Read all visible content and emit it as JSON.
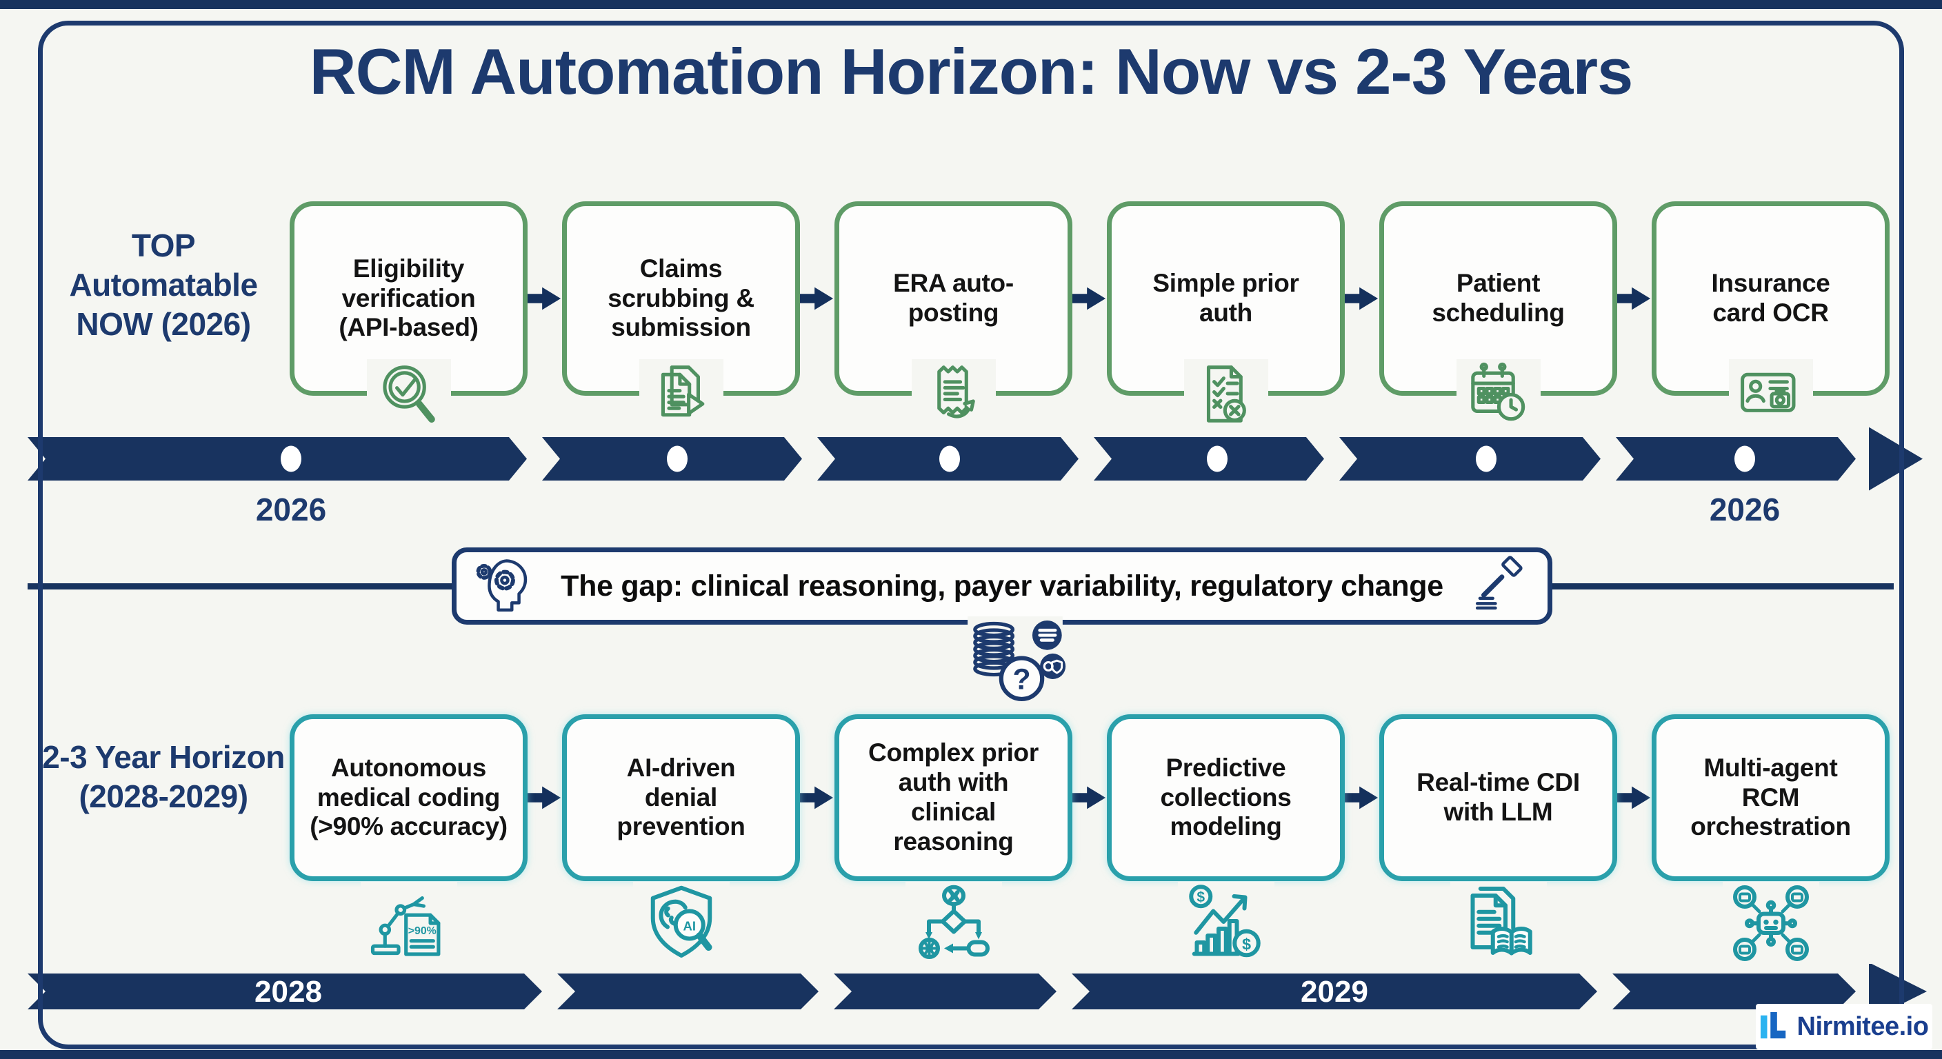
{
  "title": "RCM Automation Horizon: Now vs 2-3 Years",
  "now_section": {
    "label": "TOP Automatable NOW (2026)",
    "accent_color": "#5f9c67",
    "items": [
      {
        "label": "Eligibility\nverification\n(API-based)",
        "icon": "magnifier-check-icon"
      },
      {
        "label": "Claims\nscrubbing &\nsubmission",
        "icon": "documents-arrow-icon"
      },
      {
        "label": "ERA auto-\nposting",
        "icon": "receipt-arrow-icon"
      },
      {
        "label": "Simple prior\nauth",
        "icon": "checklist-cross-icon"
      },
      {
        "label": "Patient\nscheduling",
        "icon": "calendar-clock-icon"
      },
      {
        "label": "Insurance\ncard OCR",
        "icon": "insurance-card-ocr-icon"
      }
    ],
    "timeline": {
      "start_year": "2026",
      "end_year": "2026"
    }
  },
  "gap_banner": {
    "text": "The gap: clinical reasoning, payer variability, regulatory change",
    "left_icon": "head-gears-icon",
    "right_icon": "gavel-icon",
    "bottom_icon": "coins-question-icon"
  },
  "future_section": {
    "label": "2-3 Year Horizon (2028-2029)",
    "accent_color": "#2aa0ab",
    "items": [
      {
        "label": "Autonomous\nmedical coding\n(>90% accuracy)",
        "icon": "robot-arm-document-icon"
      },
      {
        "label": "AI-driven\ndenial\nprevention",
        "icon": "shield-brain-ai-icon"
      },
      {
        "label": "Complex prior\nauth with\nclinical\nreasoning",
        "icon": "brain-flowchart-icon"
      },
      {
        "label": "Predictive\ncollections\nmodeling",
        "icon": "growth-chart-dollar-icon"
      },
      {
        "label": "Real-time CDI\nwith LLM",
        "icon": "document-book-icon"
      },
      {
        "label": "Multi-agent\nRCM\norchestration",
        "icon": "robot-network-icon"
      }
    ],
    "timeline": {
      "start_year": "2028",
      "mid_year": "2029"
    }
  },
  "icon_text": {
    "accuracy": ">90%",
    "ai": "AI",
    "dollar": "$",
    "question": "?"
  },
  "footer": {
    "brand": "Nirmitee.io"
  },
  "colors": {
    "navy": "#18335f",
    "title_navy": "#1d3a6e",
    "now_green": "#5f9c67",
    "future_teal": "#2aa0ab",
    "logo_cyan": "#2bb3f0",
    "logo_blue": "#1766c2"
  }
}
